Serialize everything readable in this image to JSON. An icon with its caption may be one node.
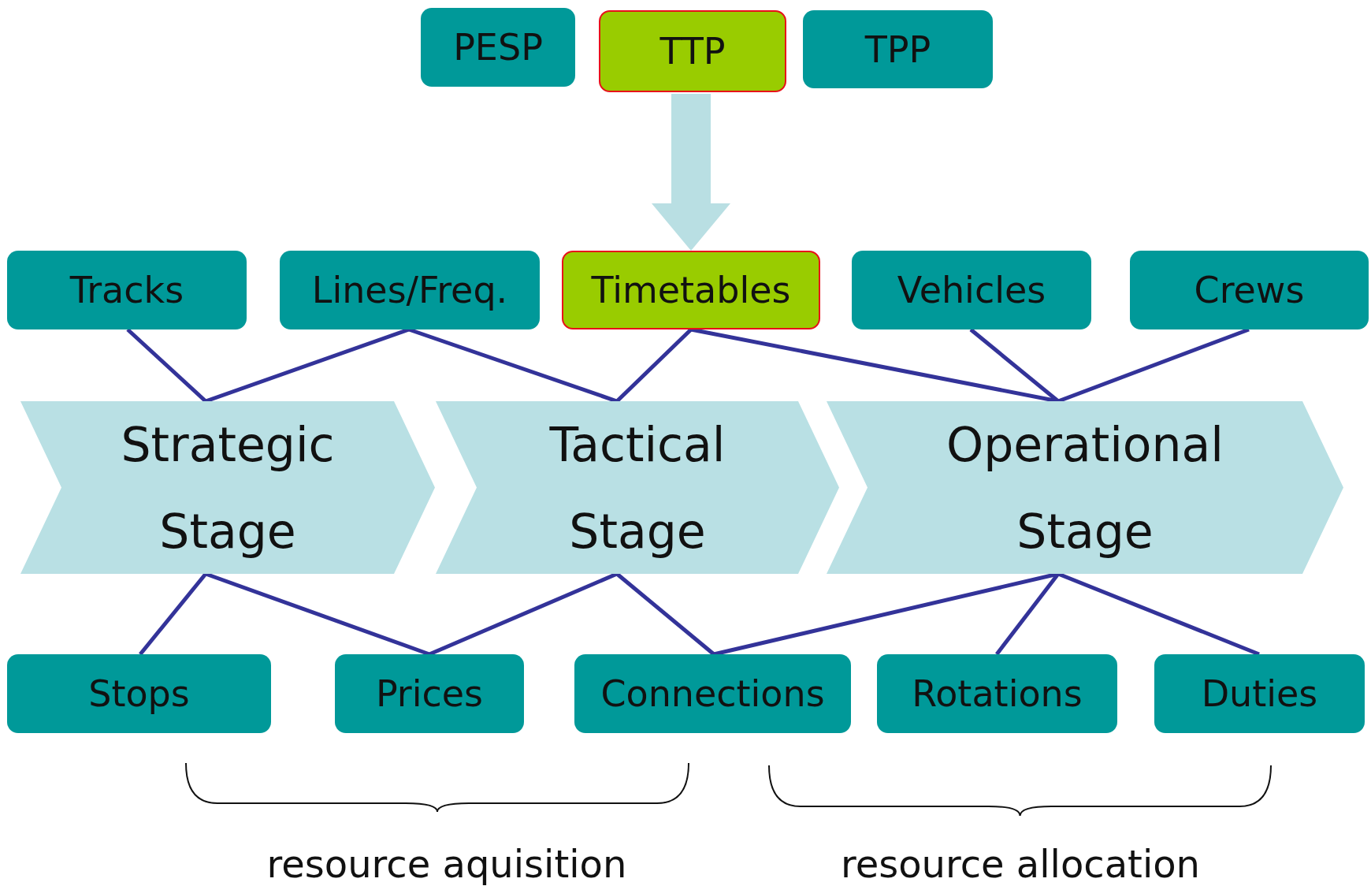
{
  "diagram": {
    "nodes": [
      {
        "text": [
          "PESP"
        ]
      },
      {
        "text": [
          "TTP"
        ]
      },
      {
        "text": [
          "TPP"
        ]
      },
      {
        "text": [
          "Tracks"
        ]
      },
      {
        "text": [
          "Lines/Freq."
        ]
      },
      {
        "text": [
          "Timetables"
        ]
      },
      {
        "text": [
          "Vehicles"
        ]
      },
      {
        "text": [
          "Crews"
        ]
      },
      {
        "text": [
          "Strategic Stage"
        ]
      },
      {
        "text": [
          "Tactical Stage"
        ]
      },
      {
        "text": [
          "Operational Stage"
        ]
      },
      {
        "text": [
          "Stops"
        ]
      },
      {
        "text": [
          "Prices"
        ]
      },
      {
        "text": [
          "Connections"
        ]
      },
      {
        "text": [
          "Rotations"
        ]
      },
      {
        "text": [
          "Duties"
        ]
      }
    ],
    "edges": [
      {
        "from": 1,
        "to": 5,
        "arrow": "to",
        "style": "thick",
        "color": "#b9dfe3"
      },
      {
        "from": 3,
        "to": 8,
        "arrow": "none"
      },
      {
        "from": 4,
        "to": 8,
        "arrow": "none"
      },
      {
        "from": 4,
        "to": 9,
        "arrow": "none"
      },
      {
        "from": 5,
        "to": 9,
        "arrow": "none"
      },
      {
        "from": 5,
        "to": 10,
        "arrow": "none"
      },
      {
        "from": 6,
        "to": 10,
        "arrow": "none"
      },
      {
        "from": 7,
        "to": 10,
        "arrow": "none"
      },
      {
        "from": 8,
        "to": 11,
        "arrow": "none"
      },
      {
        "from": 8,
        "to": 12,
        "arrow": "none"
      },
      {
        "from": 9,
        "to": 12,
        "arrow": "none"
      },
      {
        "from": 9,
        "to": 13,
        "arrow": "none"
      },
      {
        "from": 10,
        "to": 13,
        "arrow": "none"
      },
      {
        "from": 10,
        "to": 14,
        "arrow": "none"
      },
      {
        "from": 10,
        "to": 15,
        "arrow": "none"
      }
    ],
    "labels": [
      "resource aquisition",
      "resource allocation"
    ]
  }
}
